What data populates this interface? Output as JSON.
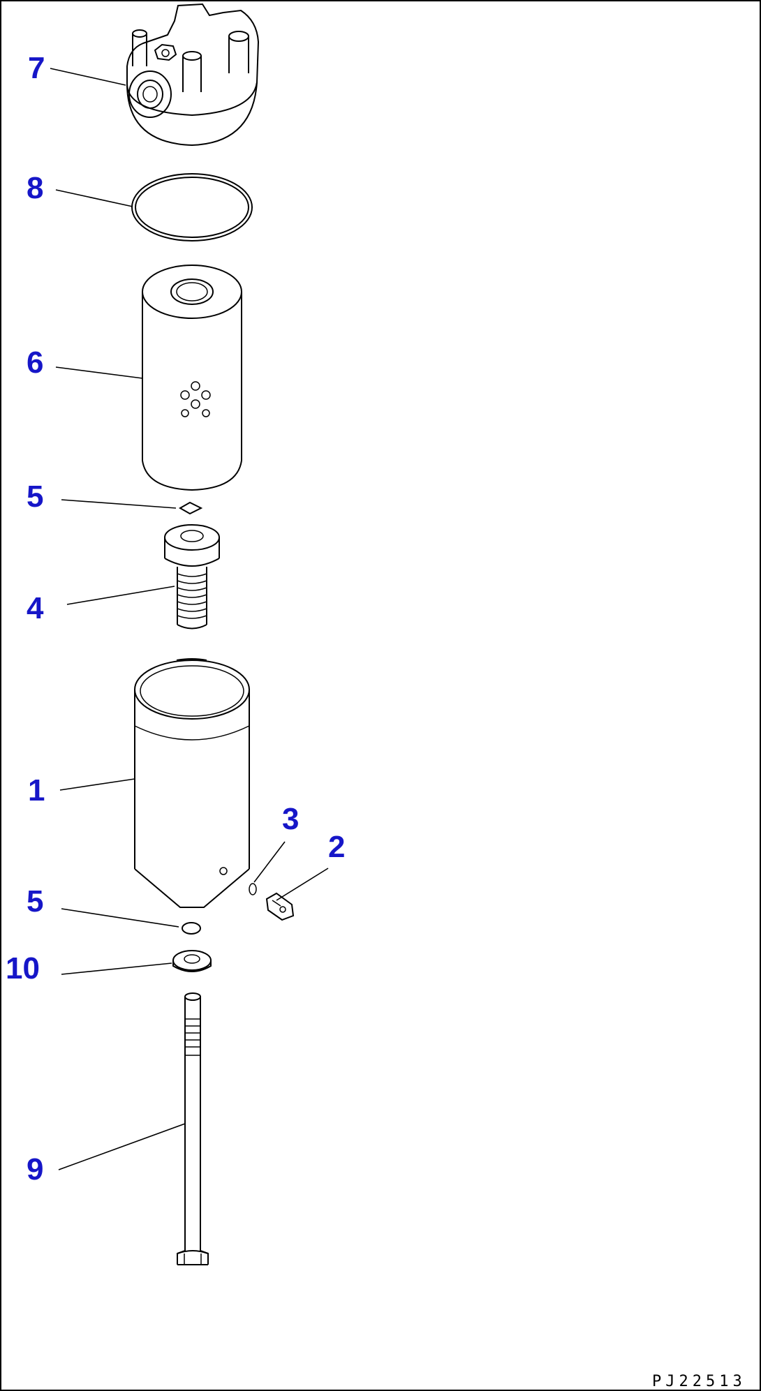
{
  "colors": {
    "callout": "#1616c8",
    "line": "#000000",
    "background": "#ffffff"
  },
  "callouts": {
    "c7": "7",
    "c8": "8",
    "c6": "6",
    "c5a": "5",
    "c4": "4",
    "c1": "1",
    "c3": "3",
    "c2": "2",
    "c5b": "5",
    "c10": "10",
    "c9": "9"
  },
  "drawing_code": "PJ22513"
}
